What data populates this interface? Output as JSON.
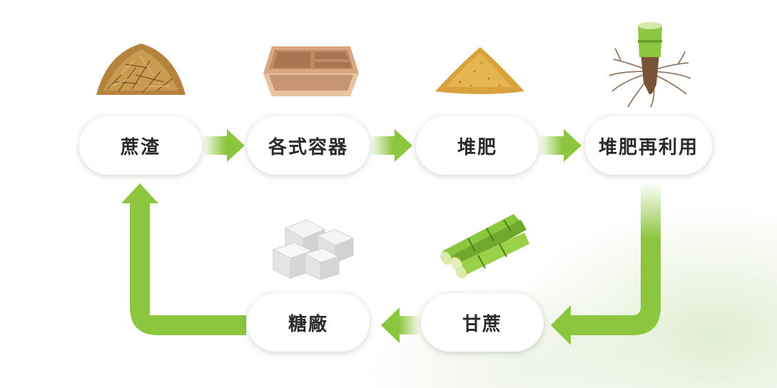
{
  "nodes": {
    "bagasse": "蔗渣",
    "containers": "各式容器",
    "compost": "堆肥",
    "compost_reuse": "堆肥再利用",
    "sugar_mill": "糖廠",
    "sugarcane": "甘蔗"
  },
  "illustrations": {
    "bagasse": "bagasse-pile-icon",
    "containers": "compartment-tray-icon",
    "compost": "compost-pile-icon",
    "compost_reuse": "sugarcane-root-icon",
    "sugar_mill": "sugar-cubes-icon",
    "sugarcane": "sugarcane-stalks-icon"
  },
  "colors": {
    "arrow_green": "#8cc63f",
    "text": "#2a2a2a",
    "node_bg": "#ffffff"
  }
}
